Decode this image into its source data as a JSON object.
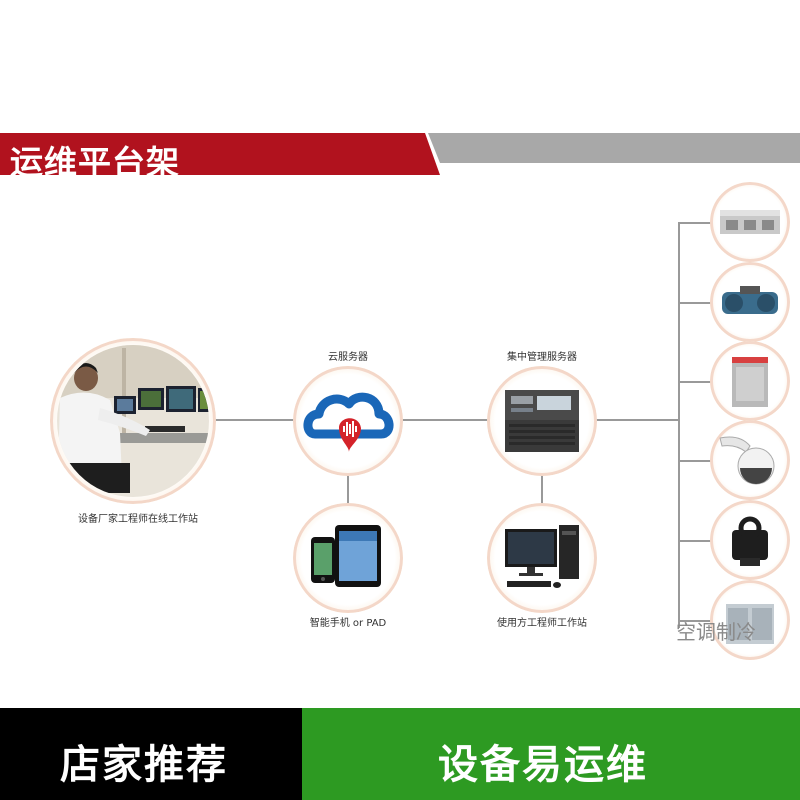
{
  "banner": {
    "title": "运维平台架"
  },
  "nodes": {
    "workstation": {
      "caption": "设备厂家工程师在线工作站"
    },
    "cloud": {
      "caption": "云服务器"
    },
    "central": {
      "caption": "集中管理服务器"
    },
    "mobile": {
      "caption": "智能手机 or PAD"
    },
    "user_ws": {
      "caption": "使用方工程师工作站"
    }
  },
  "equipment": {
    "partial_label": "空调制冷",
    "items": [
      "air-handling-unit",
      "chiller-unit",
      "cabinet-unit",
      "dome-camera",
      "valve-actuator",
      "cooling-tower"
    ]
  },
  "footer": {
    "left": "店家推荐",
    "right": "设备易运维"
  },
  "colors": {
    "banner_red": "#b1121e",
    "banner_gray": "#a8a8a8",
    "footer_green": "#2d9a22",
    "footer_black": "#000000"
  }
}
